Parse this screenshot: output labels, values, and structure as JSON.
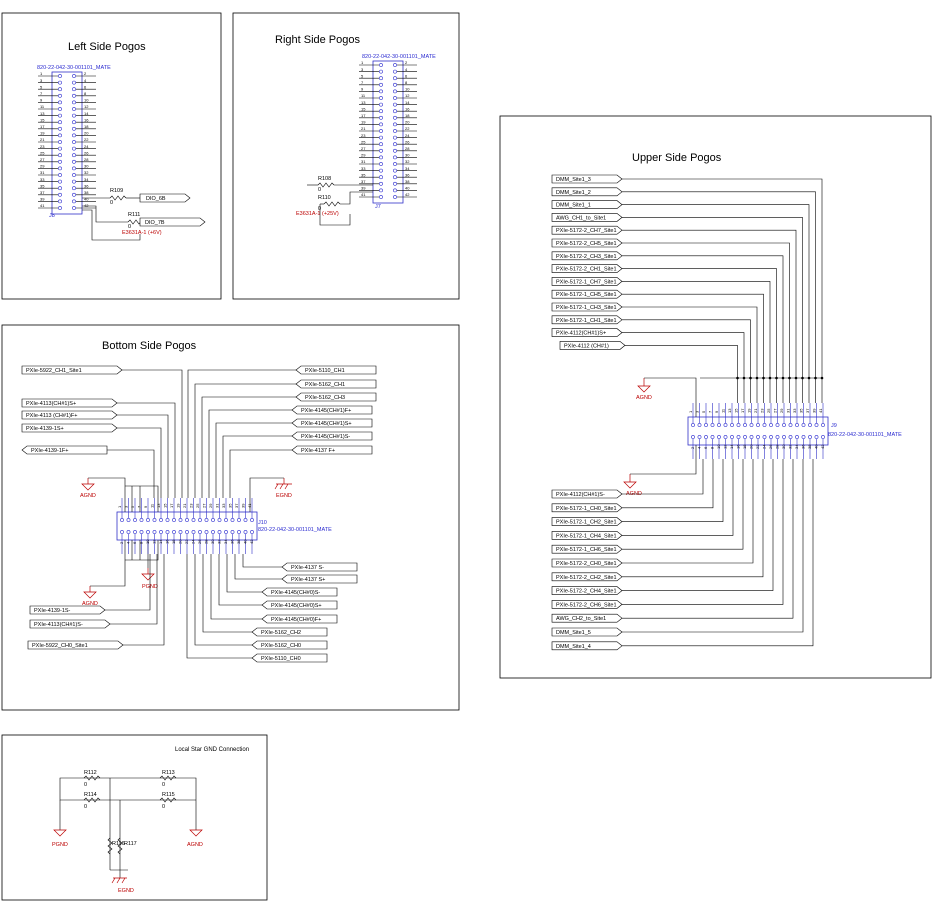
{
  "left": {
    "title": "Left Side Pogos",
    "part": "820-22-042-30-001101_MATE",
    "ref": "J8",
    "odd": [
      "1",
      "3",
      "5",
      "7",
      "9",
      "11",
      "13",
      "15",
      "17",
      "19",
      "21",
      "23",
      "25",
      "27",
      "29",
      "31",
      "33",
      "35",
      "37",
      "39",
      "41"
    ],
    "even": [
      "2",
      "4",
      "6",
      "8",
      "10",
      "12",
      "14",
      "16",
      "18",
      "20",
      "22",
      "24",
      "26",
      "28",
      "30",
      "32",
      "34",
      "36",
      "38",
      "40",
      "42"
    ],
    "r1": "R109",
    "r1v": "0",
    "net1": "DIO_6B",
    "r2": "R111",
    "r2v": "0",
    "net2": "DIO_7B",
    "pwr": "E3631A-1 (+6V)"
  },
  "right": {
    "title": "Right Side Pogos",
    "part": "820-22-042-30-001101_MATE",
    "ref": "J7",
    "odd": [
      "1",
      "3",
      "5",
      "7",
      "9",
      "11",
      "13",
      "15",
      "17",
      "19",
      "21",
      "23",
      "25",
      "27",
      "29",
      "31",
      "33",
      "35",
      "37",
      "39",
      "41"
    ],
    "even": [
      "2",
      "4",
      "6",
      "8",
      "10",
      "12",
      "14",
      "16",
      "18",
      "20",
      "22",
      "24",
      "26",
      "28",
      "30",
      "32",
      "34",
      "36",
      "38",
      "40",
      "42"
    ],
    "r1": "R108",
    "r1v": "0",
    "r2": "R110",
    "r2v": "0",
    "pwr": "E3631A-1 (+25V)"
  },
  "upper": {
    "title": "Upper Side Pogos",
    "part": "820-22-042-30-001101_MATE",
    "ref": "J9",
    "top_nets": [
      "DMM_Site1_3",
      "DMM_Site1_2",
      "DMM_Site1_1",
      "AWG_CH1_to_Site1",
      "PXIe-5172-2_CH7_Site1",
      "PXIe-5172-2_CH5_Site1",
      "PXIe-5172-2_CH3_Site1",
      "PXIe-5172-2_CH1_Site1",
      "PXIe-5172-1_CH7_Site1",
      "PXIe-5172-1_CH5_Site1",
      "PXIe-5172-1_CH3_Site1",
      "PXIe-5172-1_CH1_Site1",
      "PXIe-4112(CH#1)S+",
      "PXIe-4112 (CH#1)"
    ],
    "bottom_nets": [
      "PXIe-4112(CH#1)S-",
      "PXIe-5172-1_CH0_Site1",
      "PXIe-5172-1_CH2_Site1",
      "PXIe-5172-1_CH4_Site1",
      "PXIe-5172-1_CH6_Site1",
      "PXIe-5172-2_CH0_Site1",
      "PXIe-5172-2_CH2_Site1",
      "PXIe-5172-2_CH4_Site1",
      "PXIe-5172-2_CH6_Site1",
      "AWG_CH2_to_Site1",
      "DMM_Site1_5",
      "DMM_Site1_4"
    ],
    "gnd1": "AGND",
    "gnd2": "AGND"
  },
  "bottom": {
    "title": "Bottom Side Pogos",
    "part": "820-22-042-30-001101_MATE",
    "ref": "J10",
    "left_top": [
      "PXIe-5922_CH1_Site1",
      "PXIe-4113(CH#1)S+",
      "PXIe-4113 (CH#1)F+",
      "PXIe-4139-1S+",
      "PXIe-4139-1F+"
    ],
    "right_top": [
      "PXIe-5110_CH1",
      "PXIe-5162_CH1",
      "PXIe-5162_CH3",
      "PXIe-4145(CH#1)F+",
      "PXIe-4145(CH#1)S+",
      "PXIe-4145(CH#1)S-",
      "PXIe-4137 F+"
    ],
    "right_bot": [
      "PXIe-4137 S-",
      "PXIe-4137 S+",
      "PXIe-4145(CH#0)S-",
      "PXIe-4145(CH#0)S+",
      "PXIe-4145(CH#0)F+",
      "PXIe-5162_CH2",
      "PXIe-5162_CH0",
      "PXIe-5110_CH0"
    ],
    "left_bot": [
      "PXIe-4139-1S-",
      "PXIe-4113(CH#1)S-",
      "PXIe-5922_CH0_Site1"
    ],
    "agnd": "AGND",
    "egnd": "EGND",
    "pgnd": "PGND",
    "agnd2": "AGND"
  },
  "star": {
    "title": "Local Star GND Connection",
    "r112": "R112",
    "r113": "R113",
    "r114": "R114",
    "r115": "R115",
    "r116": "R116",
    "r117": "R117",
    "v0": "0",
    "pgnd": "PGND",
    "agnd": "AGND",
    "egnd": "EGND"
  }
}
